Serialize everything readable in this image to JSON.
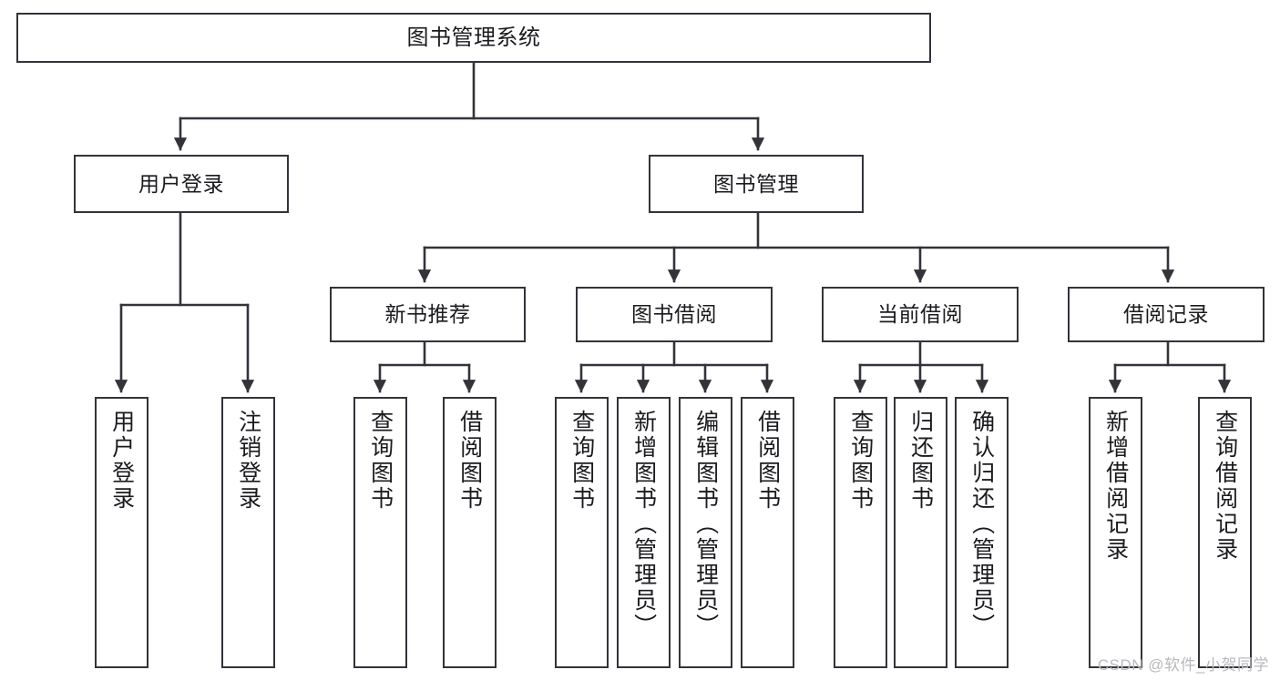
{
  "diagram": {
    "title": "图书管理系统",
    "type": "tree",
    "stroke_color": "#33333a",
    "fill_color": "#ffffff",
    "text_color": "#1b1b1f"
  },
  "nodes": {
    "root": {
      "label": "图书管理系统",
      "level": 0,
      "orientation": "horizontal"
    },
    "level2": [
      {
        "label": "用户登录",
        "orientation": "horizontal"
      },
      {
        "label": "图书管理",
        "orientation": "horizontal"
      }
    ],
    "level3": [
      {
        "label": "新书推荐",
        "orientation": "horizontal"
      },
      {
        "label": "图书借阅",
        "orientation": "horizontal"
      },
      {
        "label": "当前借阅",
        "orientation": "horizontal"
      },
      {
        "label": "借阅记录",
        "orientation": "horizontal"
      }
    ],
    "leaves": {
      "user_login": [
        {
          "label": "用户登录",
          "orientation": "vertical"
        },
        {
          "label": "注销登录",
          "orientation": "vertical"
        }
      ],
      "new_book_recommend": [
        {
          "label": "查询图书",
          "orientation": "vertical"
        },
        {
          "label": "借阅图书",
          "orientation": "vertical"
        }
      ],
      "book_borrow": [
        {
          "label": "查询图书",
          "orientation": "vertical"
        },
        {
          "label": "新增图书（管理员）",
          "orientation": "vertical"
        },
        {
          "label": "编辑图书（管理员）",
          "orientation": "vertical"
        },
        {
          "label": "借阅图书",
          "orientation": "vertical"
        }
      ],
      "current_borrow": [
        {
          "label": "查询图书",
          "orientation": "vertical"
        },
        {
          "label": "归还图书",
          "orientation": "vertical"
        },
        {
          "label": "确认归还（管理员）",
          "orientation": "vertical"
        }
      ],
      "borrow_record": [
        {
          "label": "新增借阅记录",
          "orientation": "vertical"
        },
        {
          "label": "查询借阅记录",
          "orientation": "vertical"
        }
      ]
    }
  },
  "watermark": {
    "text": "CSDN @软件_小贺同学"
  }
}
